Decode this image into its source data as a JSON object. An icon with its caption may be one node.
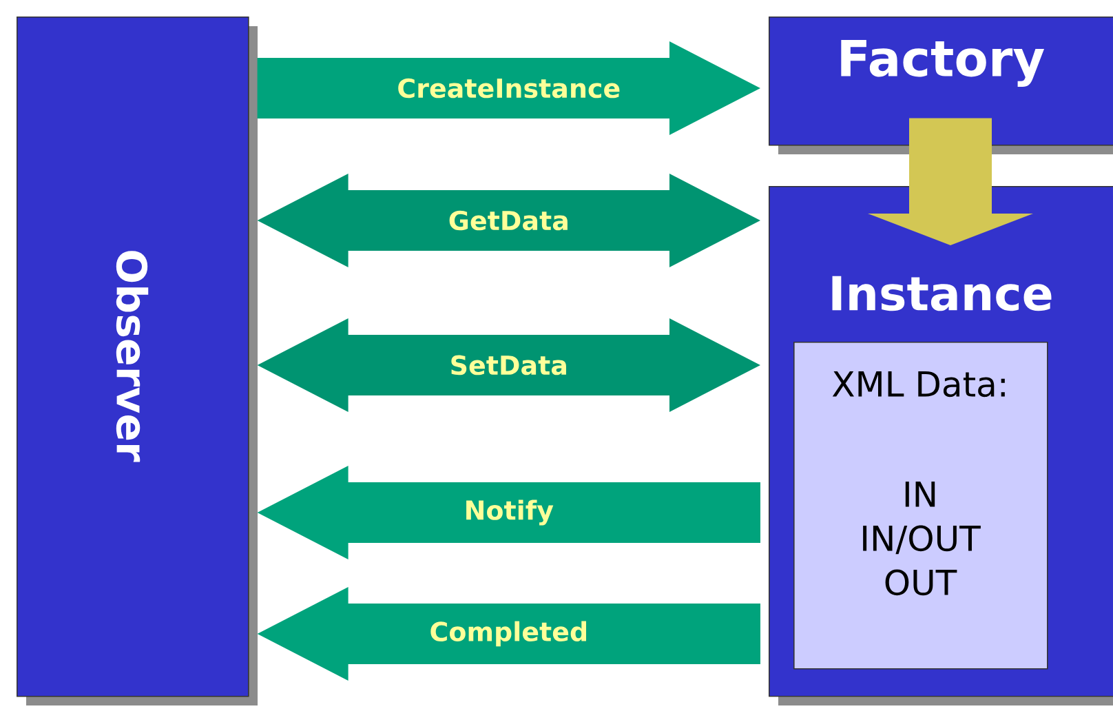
{
  "diagram": {
    "nodes": [
      {
        "text": [
          "Observer"
        ]
      },
      {
        "text": [
          "Factory"
        ]
      },
      {
        "text": [
          "Instance"
        ]
      },
      {
        "text": [
          "XML Data:",
          "IN IN/OUT OUT"
        ],
        "in": 2
      }
    ],
    "edges": [
      {
        "from": 0,
        "to": 1,
        "arrow": "to",
        "label": "CreateInstance"
      },
      {
        "from": 0,
        "to": 2,
        "arrow": "both",
        "label": "GetData"
      },
      {
        "from": 0,
        "to": 2,
        "arrow": "both",
        "label": "SetData"
      },
      {
        "from": 2,
        "to": 0,
        "arrow": "to",
        "label": "Notify"
      },
      {
        "from": 2,
        "to": 0,
        "arrow": "to",
        "label": "Completed"
      },
      {
        "from": 1,
        "to": 2,
        "arrow": "to"
      }
    ]
  }
}
